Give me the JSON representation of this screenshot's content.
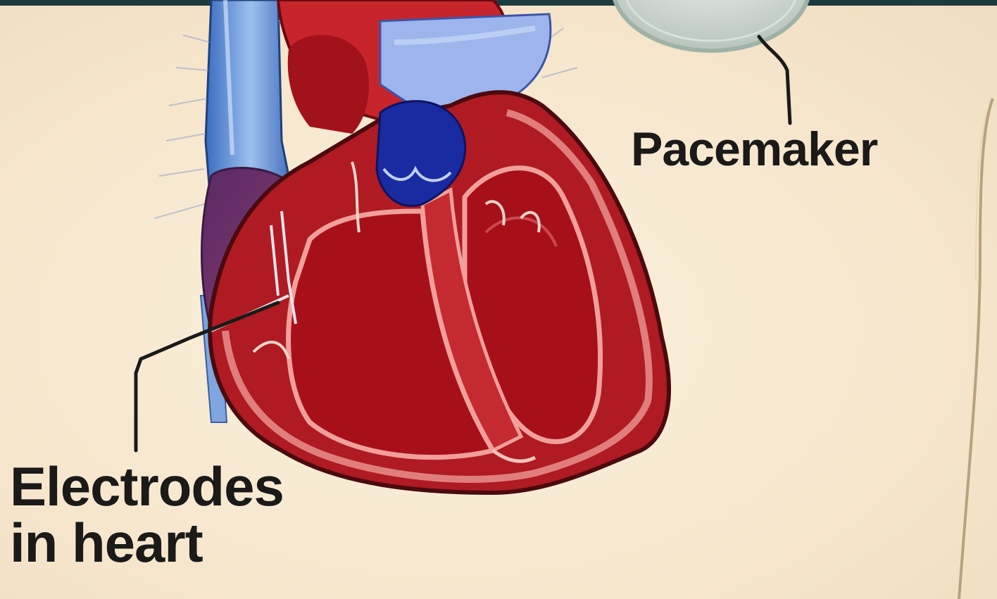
{
  "labels": {
    "pacemaker": "Pacemaker",
    "electrodes_line1": "Electrodes",
    "electrodes_line2": "in heart"
  },
  "colors": {
    "background": "#f8ebd6",
    "top_bar": "#1d3a3f",
    "heart_red": "#a8151c",
    "heart_dark_red": "#7d0d14",
    "heart_lining_pink": "#e58a86",
    "vessel_blue": "#2f5fb0",
    "vessel_light_blue": "#8fb4e6",
    "deep_blue": "#16249a",
    "device_gray": "#c9d3cc",
    "lead_line": "#1a1a1a"
  }
}
